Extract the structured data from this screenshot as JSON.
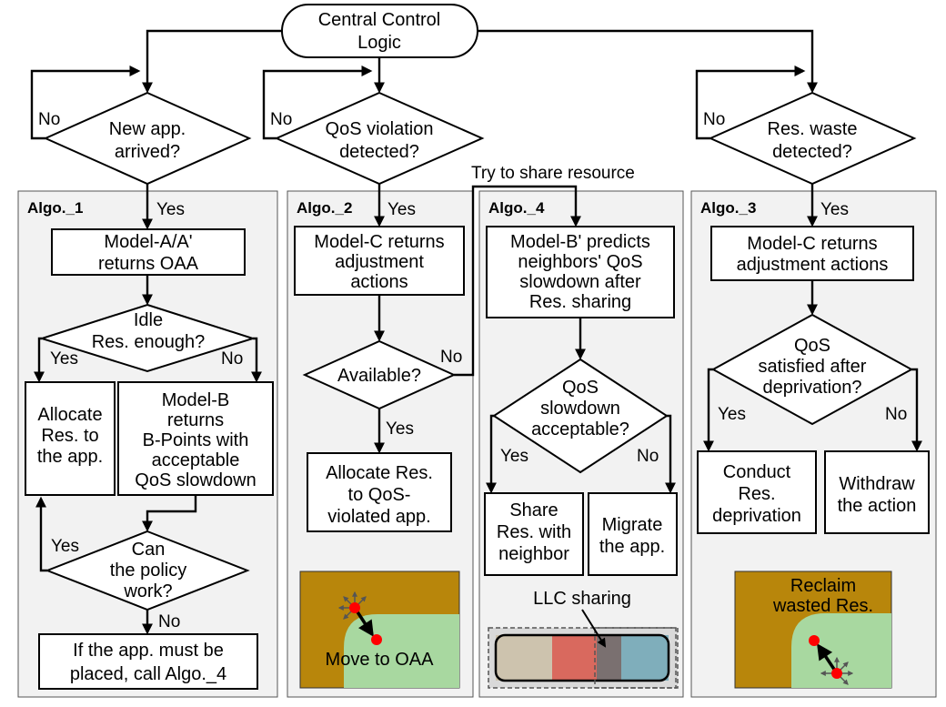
{
  "start": [
    "Central Control",
    "Logic"
  ],
  "algo1": {
    "title": "Algo._1",
    "decision": [
      "New app.",
      "arrived?"
    ],
    "no": "No",
    "yes": "Yes",
    "model": [
      "Model-A/A'",
      "returns OAA"
    ],
    "idle": [
      "Idle",
      "Res. enough?"
    ],
    "idle_yes": "Yes",
    "idle_no": "No",
    "allocate": [
      "Allocate",
      "Res. to",
      "the app."
    ],
    "modelb": [
      "Model-B",
      "returns",
      "B-Points with",
      "acceptable",
      "QoS slowdown"
    ],
    "policy": [
      "Can",
      "the policy",
      "work?"
    ],
    "policy_yes": "Yes",
    "policy_no": "No",
    "call": [
      "If the app. must be",
      "placed, call Algo._4"
    ]
  },
  "algo2": {
    "title": "Algo._2",
    "decision": [
      "QoS violation",
      "detected?"
    ],
    "no": "No",
    "yes": "Yes",
    "model": [
      "Model-C returns",
      "adjustment",
      "actions"
    ],
    "available": "Available?",
    "avail_no": "No",
    "avail_yes": "Yes",
    "allocate": [
      "Allocate Res.",
      "to QoS-",
      "violated app."
    ],
    "caption": "Move to OAA"
  },
  "algo4": {
    "title": "Algo._4",
    "share_label": "Try to share resource",
    "model": [
      "Model-B' predicts",
      "neighbors' QoS",
      "slowdown after",
      "Res. sharing"
    ],
    "decision": [
      "QoS",
      "slowdown",
      "acceptable?"
    ],
    "yes": "Yes",
    "no": "No",
    "share": [
      "Share",
      "Res. with",
      "neighbor"
    ],
    "migrate": [
      "Migrate",
      "the app."
    ],
    "llc": "LLC sharing"
  },
  "algo3": {
    "title": "Algo._3",
    "decision": [
      "Res. waste",
      "detected?"
    ],
    "no": "No",
    "yes": "Yes",
    "model": [
      "Model-C returns",
      "adjustment actions"
    ],
    "satisfied": [
      "QoS",
      "satisfied after",
      "deprivation?"
    ],
    "sat_yes": "Yes",
    "sat_no": "No",
    "conduct": [
      "Conduct",
      "Res.",
      "deprivation"
    ],
    "withdraw": [
      "Withdraw",
      "the action"
    ],
    "caption": [
      "Reclaim",
      "wasted Res."
    ]
  },
  "colors": {
    "olive": "#b8860b",
    "green": "#a8d8a0",
    "llc_beige": "#cdc3ae",
    "llc_red": "#d9695e",
    "llc_blue": "#7faebb",
    "llc_gray": "#7a7070",
    "dot": "#ff0000",
    "panel": "#f2f2f2"
  }
}
